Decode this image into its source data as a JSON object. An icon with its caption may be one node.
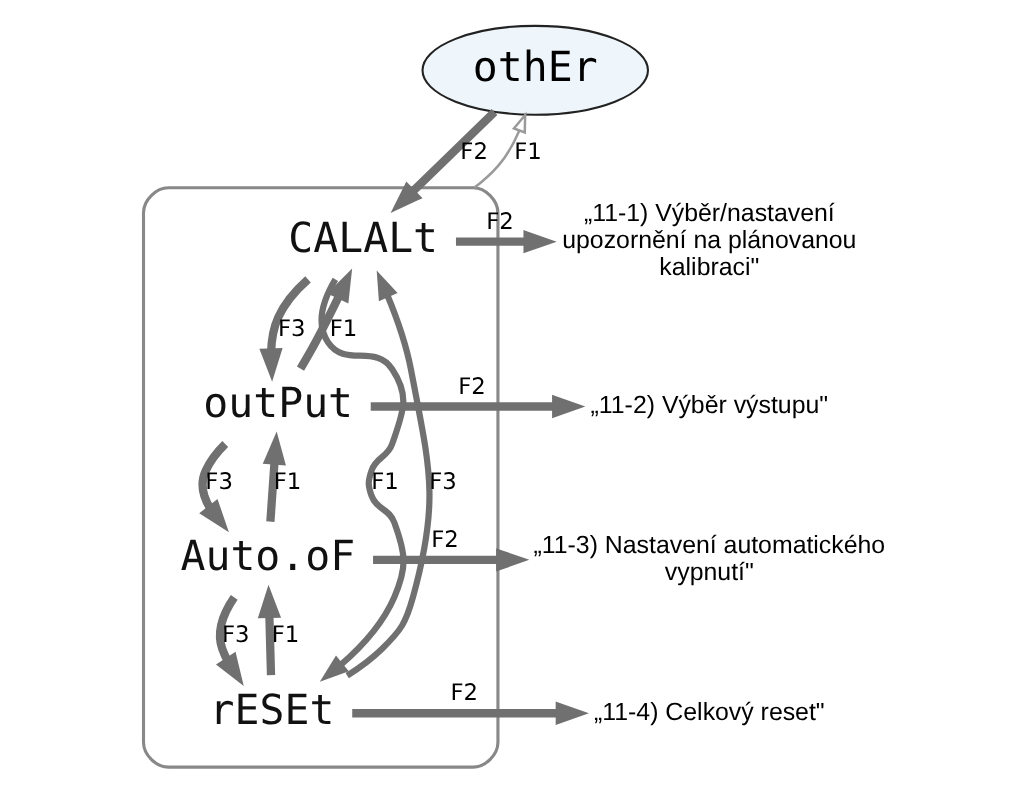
{
  "diagram": {
    "nodes": [
      {
        "text": [
          "othEr"
        ]
      },
      {
        "text": [],
        "shape": "box"
      },
      {
        "text": [
          "CALALt"
        ],
        "in": 1
      },
      {
        "text": [
          "outPut"
        ],
        "in": 1
      },
      {
        "text": [
          "Auto.oF"
        ],
        "in": 1
      },
      {
        "text": [
          "rESEt"
        ],
        "in": 1
      },
      {
        "text": [
          "„11-1) Výběr/nastavení upozornění na plánovanou kalibraci\""
        ]
      },
      {
        "text": [
          "„11-2) Výběr výstupu\""
        ]
      },
      {
        "text": [
          "„11-3) Nastavení automatického vypnutí\""
        ]
      },
      {
        "text": [
          "„11-4) Celkový reset\""
        ]
      }
    ],
    "edges": [
      {
        "from": 0,
        "to": 2,
        "arrow": "to",
        "label": "F2"
      },
      {
        "from": 2,
        "to": 3,
        "arrow": "to",
        "label": "F3"
      },
      {
        "from": 3,
        "to": 2,
        "arrow": "to",
        "label": "F1"
      },
      {
        "from": 3,
        "to": 4,
        "arrow": "to",
        "label": "F3"
      },
      {
        "from": 4,
        "to": 3,
        "arrow": "to",
        "label": "F1"
      },
      {
        "from": 4,
        "to": 5,
        "arrow": "to",
        "label": "F3"
      },
      {
        "from": 5,
        "to": 4,
        "arrow": "to",
        "label": "F1"
      },
      {
        "from": 2,
        "to": 5,
        "arrow": "to",
        "label": "F1"
      },
      {
        "from": 5,
        "to": 2,
        "arrow": "to",
        "label": "F3"
      },
      {
        "from": 1,
        "to": 0,
        "arrow": "to",
        "label": "F1",
        "color": "#9a9a9a"
      },
      {
        "from": 2,
        "to": 6,
        "arrow": "to",
        "label": "F2"
      },
      {
        "from": 3,
        "to": 7,
        "arrow": "to",
        "label": "F2"
      },
      {
        "from": 4,
        "to": 8,
        "arrow": "to",
        "label": "F2"
      },
      {
        "from": 5,
        "to": 9,
        "arrow": "to",
        "label": "F2"
      }
    ]
  }
}
